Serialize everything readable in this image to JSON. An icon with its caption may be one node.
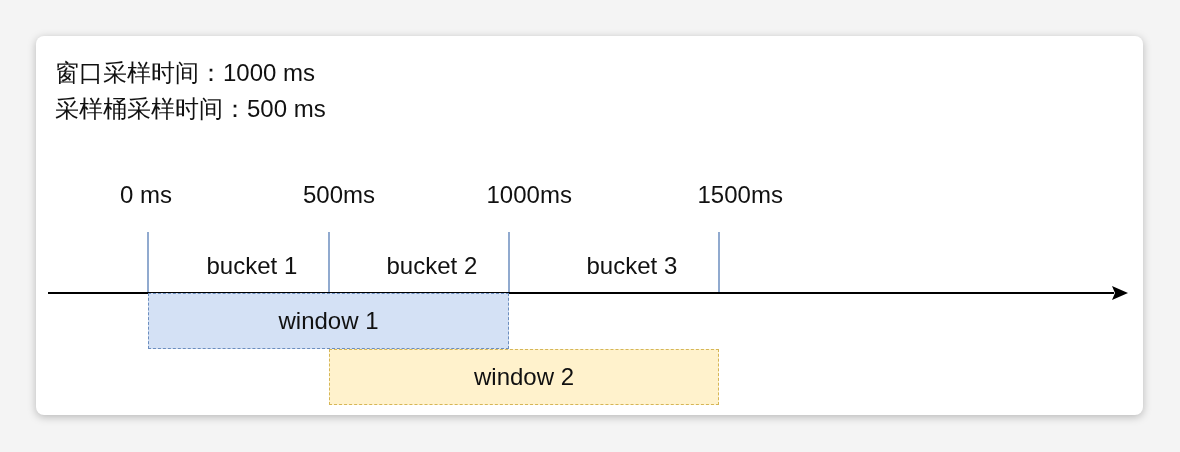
{
  "diagram": {
    "nodes": [
      {
        "text": [
          "window 1"
        ]
      },
      {
        "text": [
          "window 2"
        ]
      }
    ],
    "edges": [],
    "labels": [
      "窗口采样时间：1000 ms",
      "采样桶采样时间：500 ms",
      "0 ms",
      "500ms",
      "1000ms",
      "1500ms",
      "bucket 1",
      "bucket 2",
      "bucket 3"
    ]
  }
}
